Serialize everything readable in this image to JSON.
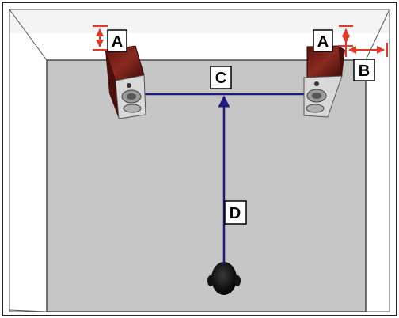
{
  "labels": {
    "a_left": "A",
    "a_right": "A",
    "b": "B",
    "c": "C",
    "d": "D"
  },
  "colors": {
    "floor": "#c6c6c6",
    "wall": "#ffffff",
    "outline": "#4a4a4a",
    "guide_line": "#1f1a80",
    "measure": "#e0392a",
    "speaker_cabinet": "#7a1f18",
    "speaker_face": "#d9d9d9",
    "listener": "#111111"
  },
  "icons": {
    "speaker": "speaker-icon",
    "listener": "listener-head-icon"
  }
}
